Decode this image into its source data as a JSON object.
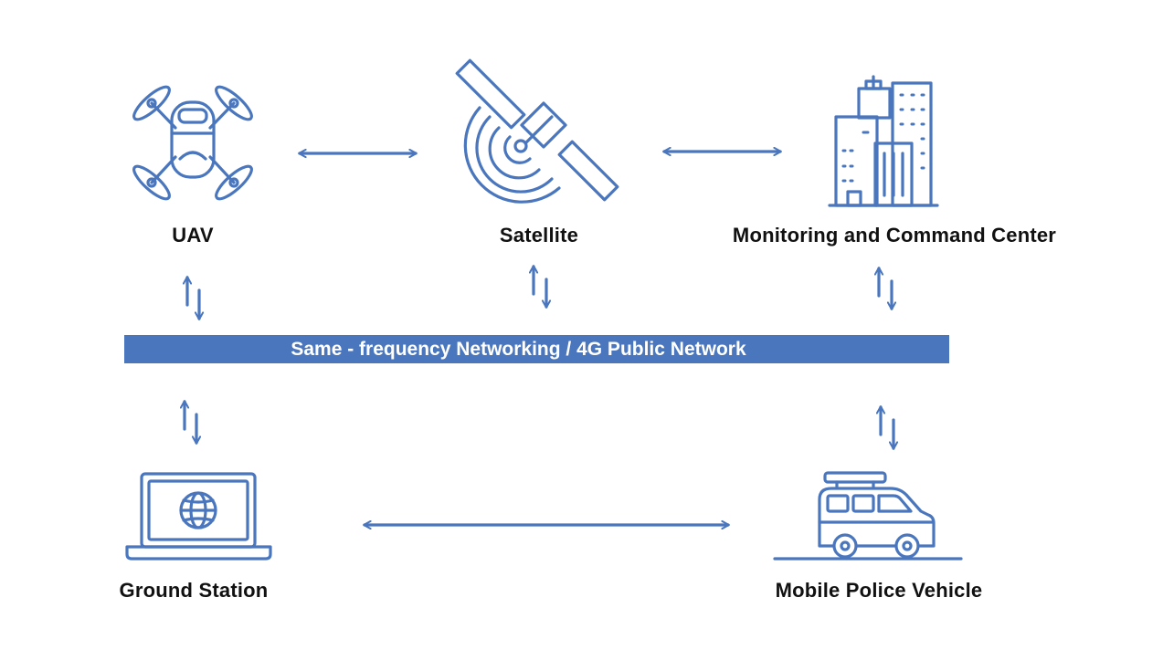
{
  "colors": {
    "icon_stroke": "#4a76be",
    "network_bar": "#4a76be",
    "label_text": "#111111",
    "network_text": "#ffffff"
  },
  "nodes": {
    "uav": {
      "label": "UAV",
      "icon": "drone-icon"
    },
    "satellite": {
      "label": "Satellite",
      "icon": "satellite-icon"
    },
    "center": {
      "label": "Monitoring and Command Center",
      "icon": "buildings-icon"
    },
    "ground": {
      "label": "Ground Station",
      "icon": "laptop-globe-icon"
    },
    "vehicle": {
      "label": "Mobile Police Vehicle",
      "icon": "van-icon"
    }
  },
  "network": {
    "label": "Same - frequency Networking / 4G Public Network"
  }
}
